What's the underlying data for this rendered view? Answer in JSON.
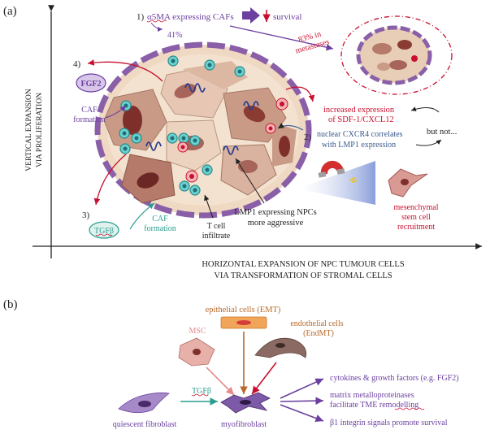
{
  "panel_a": {
    "label": "(a)",
    "y_axis_line1": "VERTICAL EXPANSION",
    "y_axis_line2": "VIA PROLIFERATION",
    "x_axis_line1": "HORIZONTAL EXPANSION OF NPC TUMOUR CELLS",
    "x_axis_line2": "VIA TRANSFORMATION OF STROMAL CELLS",
    "point1_number": "1)",
    "point1_text": "α5MA expressing CAFs",
    "point1_percent": "41%",
    "survival_text": "survival",
    "metastases_line1": "83% in",
    "metastases_line2": "metastases",
    "point4_number": "4)",
    "fgf2_label": "FGF2",
    "caf_formation_top_1": "CAF",
    "caf_formation_top_2": "formation",
    "sdf_line1": "increased expression",
    "sdf_line2": "of SDF-1/CXCL12",
    "point2_number": "2)",
    "cxcr4_line1": "nuclear CXCR4 correlates",
    "cxcr4_line2": "with LMP1 expression",
    "but_not": "but not...",
    "point3_number": "3)",
    "tgfb_label": "TGFβ",
    "caf_formation_bottom_1": "CAF",
    "caf_formation_bottom_2": "formation",
    "tcell_line1": "T cell",
    "tcell_line2": "infiltrate",
    "lmp1_line1": "LMP1 expressing NPCs",
    "lmp1_line2": "more aggressive",
    "msc_line1": "mesenchymal",
    "msc_line2": "stem cell",
    "msc_line3": "recruitment"
  },
  "panel_b": {
    "label": "(b)",
    "epithelial": "epithelial cells (EMT)",
    "msc": "MSC",
    "endothelial_line1": "endothelial cells",
    "endothelial_line2": "(EndMT)",
    "tgfb": "TGFβ",
    "quiescent": "quiescent fibroblast",
    "myofibroblast": "myofibroblast",
    "out1": "cytokines & growth factors (e.g. FGF2)",
    "out2_line1": "matrix metalloproteinases",
    "out2_line2": "facilitate TME remodelling",
    "out3": "β1 integrin signals promote survival"
  },
  "colors": {
    "purple": "#6b3fa0",
    "red": "#c8102e",
    "blue": "#3a5a8c",
    "teal": "#2a9d8f",
    "orange": "#d9822b",
    "tissue": "#efd9c3",
    "dark_cell": "#b57a6a",
    "stroma": "#8a5fa8"
  }
}
